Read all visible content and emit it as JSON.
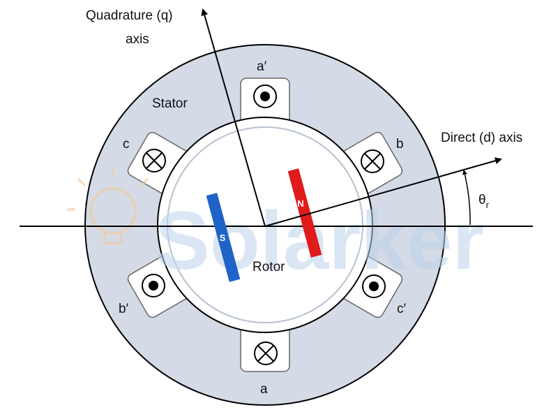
{
  "axes": {
    "quadrature_line1": "Quadrature (q)",
    "quadrature_line2": "axis",
    "direct": "Direct (d) axis",
    "angle_symbol": "θ",
    "angle_subscript": "r"
  },
  "parts": {
    "stator": "Stator",
    "rotor": "Rotor"
  },
  "phases": {
    "a": "a",
    "a_prime": "a′",
    "b": "b",
    "b_prime": "b′",
    "c": "c",
    "c_prime": "c′"
  },
  "magnet": {
    "north": "N",
    "south": "S"
  },
  "watermark": {
    "text": "Solarker"
  },
  "colors": {
    "stator_fill": "#d4dbe7",
    "north_pole": "#e01b1b",
    "south_pole": "#1f63c8",
    "line": "#000000",
    "watermark_text": "#bcd3ea",
    "watermark_bulb": "#f6c89a"
  }
}
